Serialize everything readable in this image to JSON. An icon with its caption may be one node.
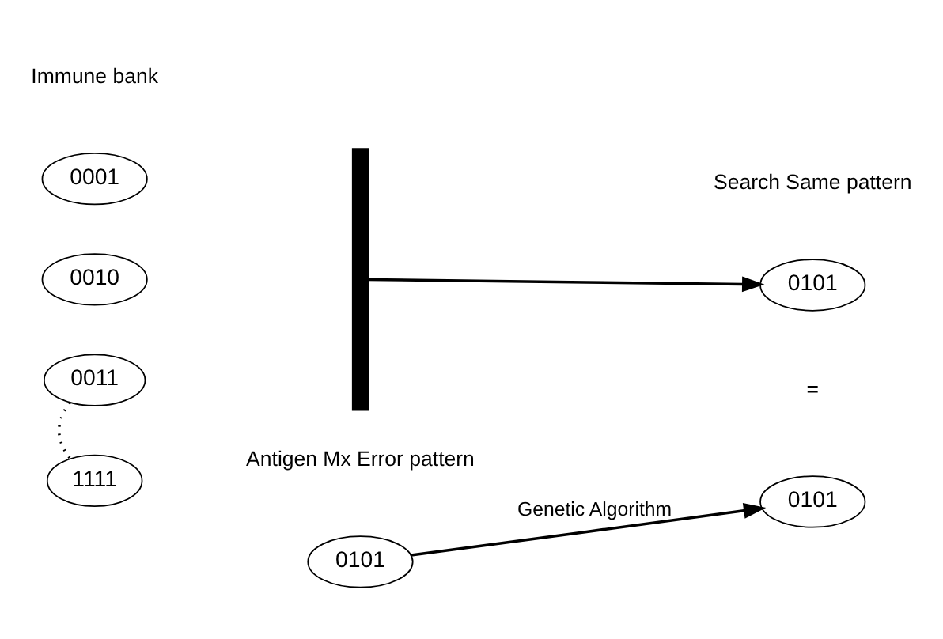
{
  "diagram": {
    "nodes": [
      {
        "text": [
          "0001"
        ]
      },
      {
        "text": [
          "0010"
        ]
      },
      {
        "text": [
          "0011"
        ]
      },
      {
        "text": [
          "1111"
        ]
      },
      {
        "text": [],
        "shape": "bracket"
      },
      {
        "text": [
          "0101"
        ],
        "beside": [
          "Antigen Mx Error pattern"
        ]
      },
      {
        "text": [
          "0101"
        ]
      },
      {
        "text": [
          "0101"
        ]
      }
    ],
    "edges": [
      {
        "from": 2,
        "to": 3,
        "arrow": "none",
        "style": "dashed"
      },
      {
        "from": 4,
        "to": 6,
        "arrow": "to"
      },
      {
        "from": 5,
        "to": 7,
        "arrow": "to",
        "label": "Genetic Algorithm"
      }
    ],
    "labels": [
      "Immune bank",
      "=",
      "Search Same pattern"
    ]
  }
}
